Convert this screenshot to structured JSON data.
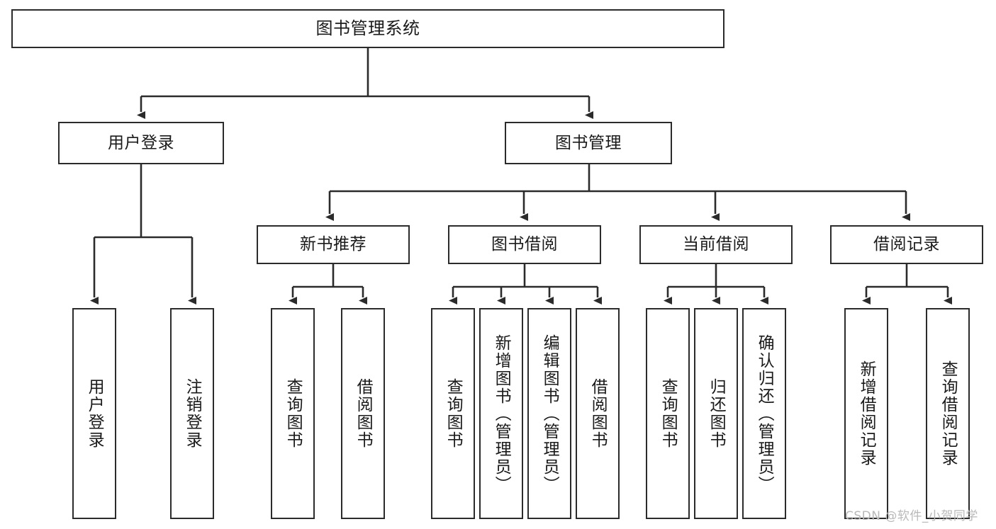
{
  "diagram": {
    "type": "tree-hierarchy",
    "title": "图书管理系统",
    "root": {
      "label": "图书管理系统"
    },
    "level2": [
      {
        "id": "user-login",
        "label": "用户登录"
      },
      {
        "id": "book-manage",
        "label": "图书管理"
      }
    ],
    "level3": [
      {
        "id": "new-book-recommend",
        "label": "新书推荐",
        "parent": "book-manage"
      },
      {
        "id": "book-borrow",
        "label": "图书借阅",
        "parent": "book-manage"
      },
      {
        "id": "current-borrow",
        "label": "当前借阅",
        "parent": "book-manage"
      },
      {
        "id": "borrow-record",
        "label": "借阅记录",
        "parent": "book-manage"
      }
    ],
    "leaves": [
      {
        "id": "leaf-user-login",
        "label": "用户登录",
        "parent": "user-login"
      },
      {
        "id": "leaf-logout",
        "label": "注销登录",
        "parent": "user-login"
      },
      {
        "id": "leaf-query-book-1",
        "label": "查询图书",
        "parent": "new-book-recommend"
      },
      {
        "id": "leaf-borrow-book-1",
        "label": "借阅图书",
        "parent": "new-book-recommend"
      },
      {
        "id": "leaf-query-book-2",
        "label": "查询图书",
        "parent": "book-borrow"
      },
      {
        "id": "leaf-add-book",
        "label": "新增图书（管理员）",
        "parent": "book-borrow"
      },
      {
        "id": "leaf-edit-book",
        "label": "编辑图书（管理员）",
        "parent": "book-borrow"
      },
      {
        "id": "leaf-borrow-book-2",
        "label": "借阅图书",
        "parent": "book-borrow"
      },
      {
        "id": "leaf-query-book-3",
        "label": "查询图书",
        "parent": "current-borrow"
      },
      {
        "id": "leaf-return-book",
        "label": "归还图书",
        "parent": "current-borrow"
      },
      {
        "id": "leaf-confirm-return",
        "label": "确认归还（管理员）",
        "parent": "current-borrow"
      },
      {
        "id": "leaf-add-record",
        "label": "新增借阅记录",
        "parent": "borrow-record"
      },
      {
        "id": "leaf-query-record",
        "label": "查询借阅记录",
        "parent": "borrow-record"
      }
    ],
    "watermark": "CSDN @软件_小贺同学",
    "colors": {
      "stroke": "#2b2b2b",
      "background": "#ffffff",
      "text": "#1a1a1a",
      "watermark": "#b9b9b9"
    }
  }
}
